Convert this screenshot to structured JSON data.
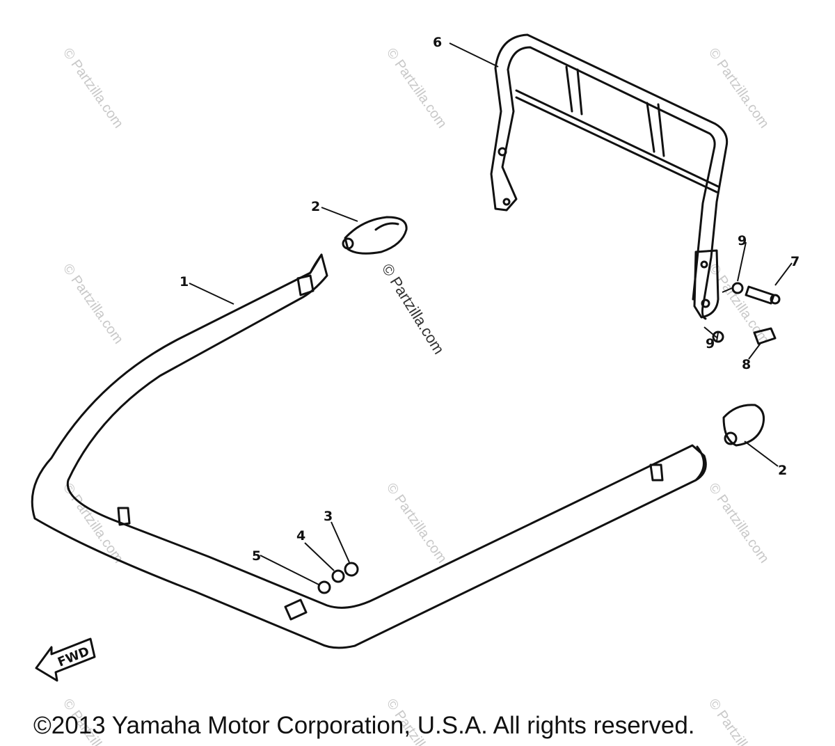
{
  "callouts": {
    "c1": "1",
    "c2a": "2",
    "c2b": "2",
    "c3": "3",
    "c4": "4",
    "c5": "5",
    "c6": "6",
    "c7": "7",
    "c8": "8",
    "c9a": "9",
    "c9b": "9"
  },
  "fwd_label": "FWD",
  "watermark": "© Partzilla.com",
  "copyright": "©2013 Yamaha Motor Corporation, U.S.A. All rights reserved."
}
